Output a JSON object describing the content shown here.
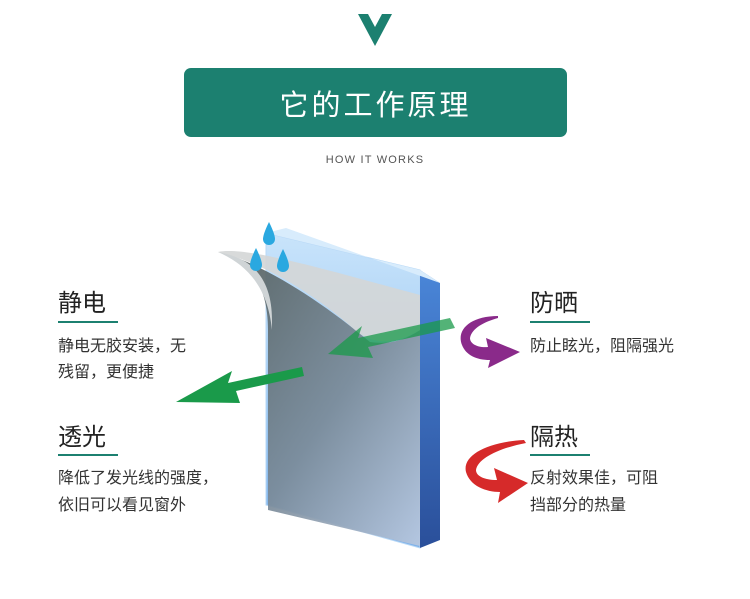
{
  "header": {
    "title": "它的工作原理",
    "subtitle": "HOW IT WORKS"
  },
  "colors": {
    "accent": "#1c8070",
    "green_arrow": "#1a9a4a",
    "purple_arrow": "#8a2a8a",
    "red_arrow": "#d62a2a",
    "water_drop": "#2aa8e0",
    "glass_blue": "#7ab8f0"
  },
  "features": {
    "static": {
      "title": "静电",
      "desc_line1": "静电无胶安装，无",
      "desc_line2": "残留，更便捷"
    },
    "light": {
      "title": "透光",
      "desc_line1": "降低了发光线的强度，",
      "desc_line2": "依旧可以看见窗外"
    },
    "sun": {
      "title": "防晒",
      "desc_line1": "防止眩光，阻隔强光"
    },
    "heat": {
      "title": "隔热",
      "desc_line1": "反射效果佳，可阻",
      "desc_line2": "挡部分的热量"
    }
  },
  "icons": {
    "chevron": "chevron-down-icon",
    "drops": "water-drop-icon",
    "green_arrows": "arrow-icon",
    "purple_arrow": "curved-arrow-icon",
    "red_arrow": "curved-arrow-icon"
  }
}
